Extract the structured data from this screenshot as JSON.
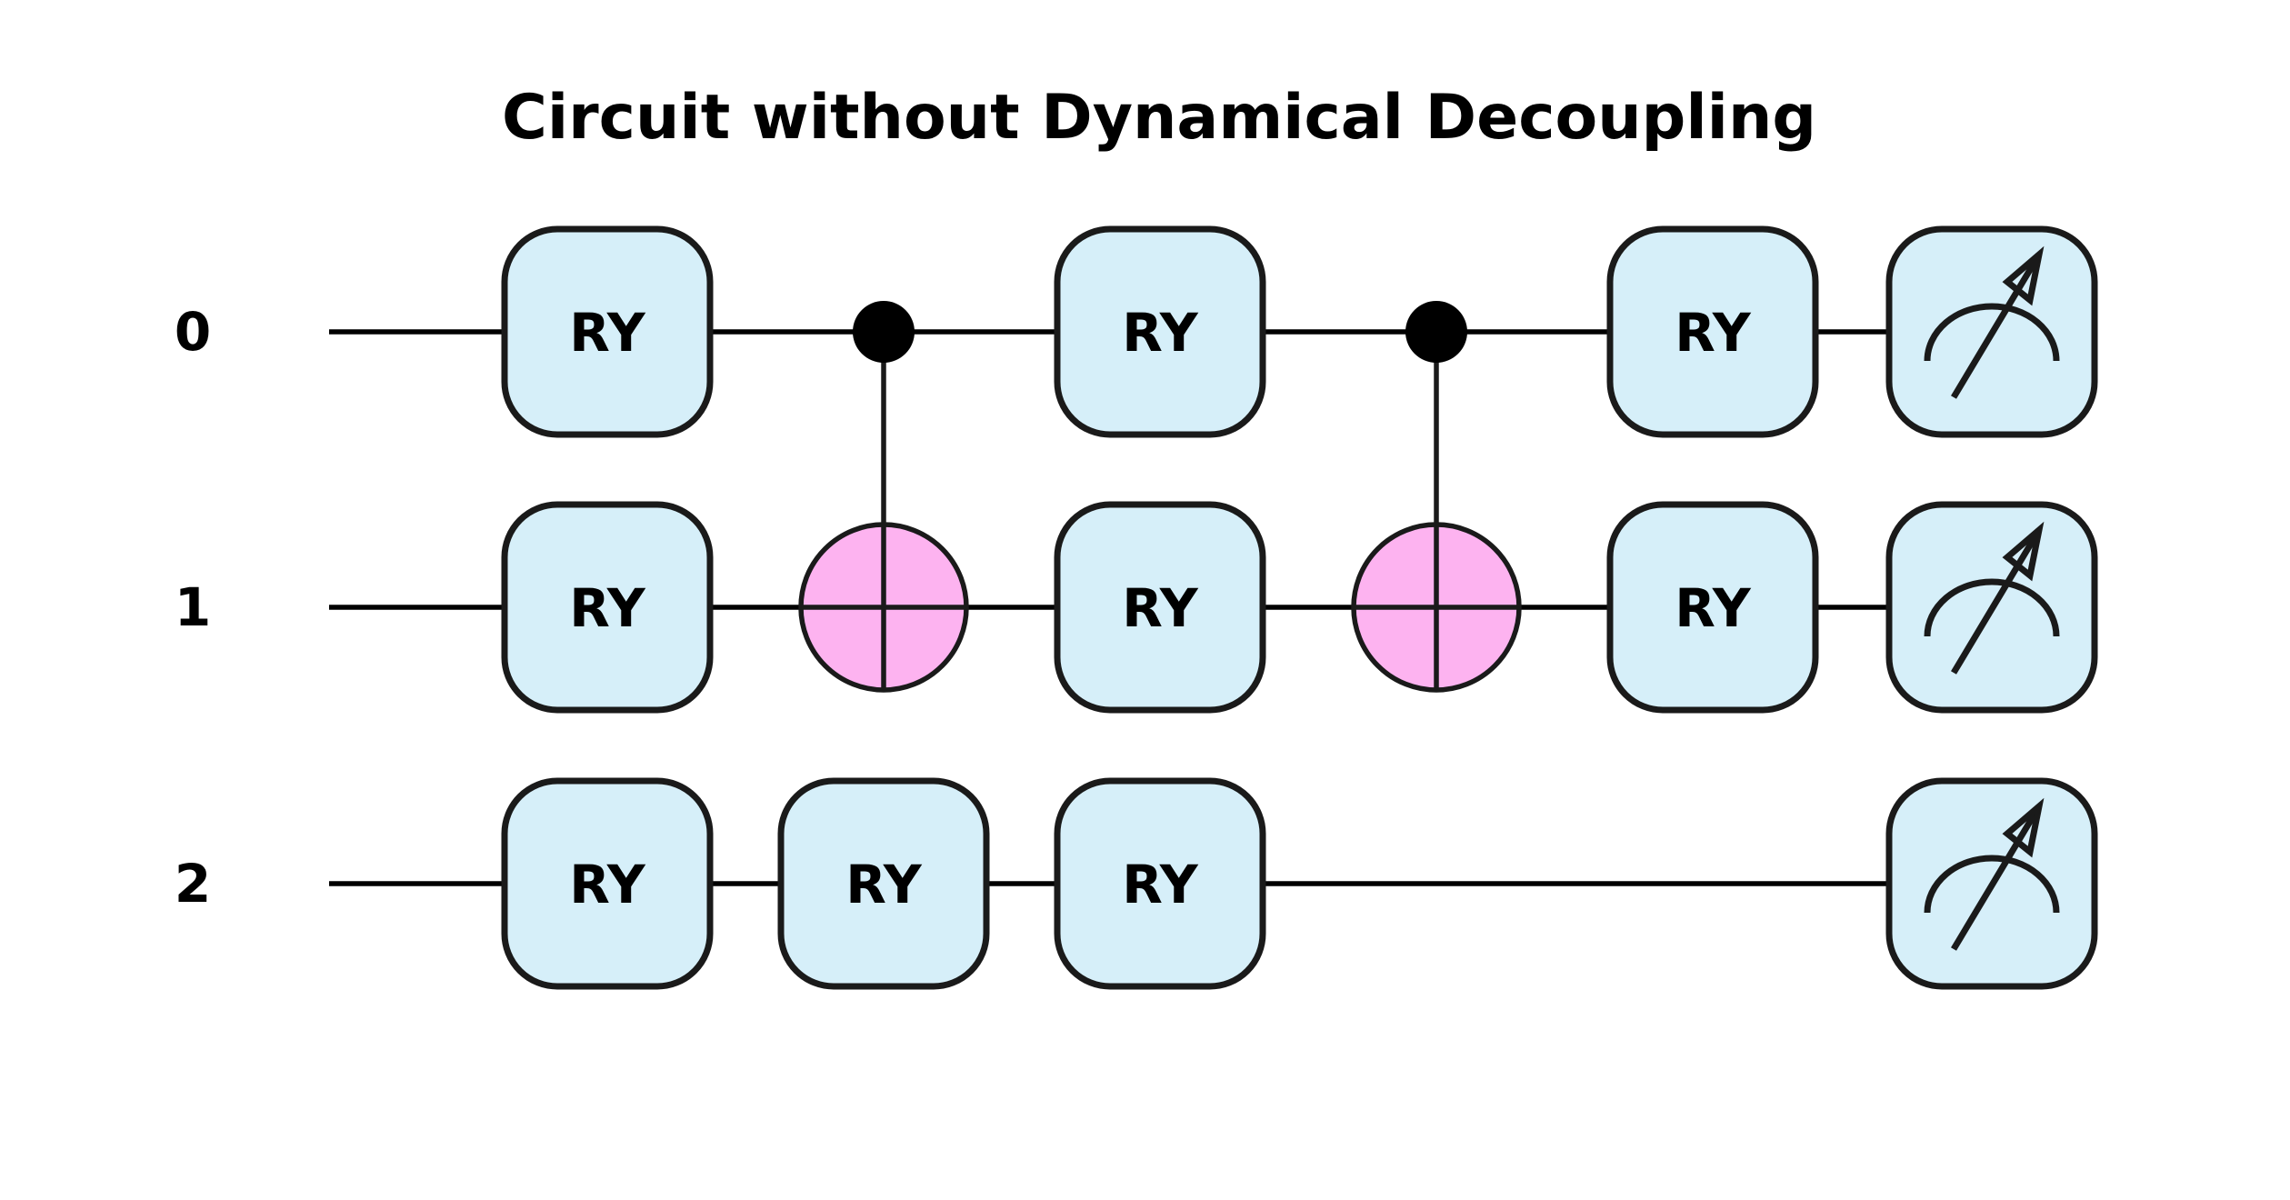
{
  "title": "Circuit without Dynamical Decoupling",
  "qubits": [
    "0",
    "1",
    "2"
  ],
  "colors": {
    "gate_fill": "#d6eff9",
    "target_fill": "#fdb3f0",
    "stroke": "#1a1a1a",
    "wire": "#000000"
  },
  "gates": [
    {
      "type": "RY",
      "label": "RY",
      "qubit": 0,
      "step": 0
    },
    {
      "type": "RY",
      "label": "RY",
      "qubit": 1,
      "step": 0
    },
    {
      "type": "RY",
      "label": "RY",
      "qubit": 2,
      "step": 0
    },
    {
      "type": "CX",
      "control": 0,
      "target": 1,
      "step": 1
    },
    {
      "type": "RY",
      "label": "RY",
      "qubit": 2,
      "step": 1
    },
    {
      "type": "RY",
      "label": "RY",
      "qubit": 0,
      "step": 2
    },
    {
      "type": "RY",
      "label": "RY",
      "qubit": 1,
      "step": 2
    },
    {
      "type": "RY",
      "label": "RY",
      "qubit": 2,
      "step": 2
    },
    {
      "type": "CX",
      "control": 0,
      "target": 1,
      "step": 3
    },
    {
      "type": "RY",
      "label": "RY",
      "qubit": 0,
      "step": 4
    },
    {
      "type": "RY",
      "label": "RY",
      "qubit": 1,
      "step": 4
    },
    {
      "type": "MEASURE",
      "qubit": 0,
      "step": 5
    },
    {
      "type": "MEASURE",
      "qubit": 1,
      "step": 5
    },
    {
      "type": "MEASURE",
      "qubit": 2,
      "step": 5
    }
  ]
}
